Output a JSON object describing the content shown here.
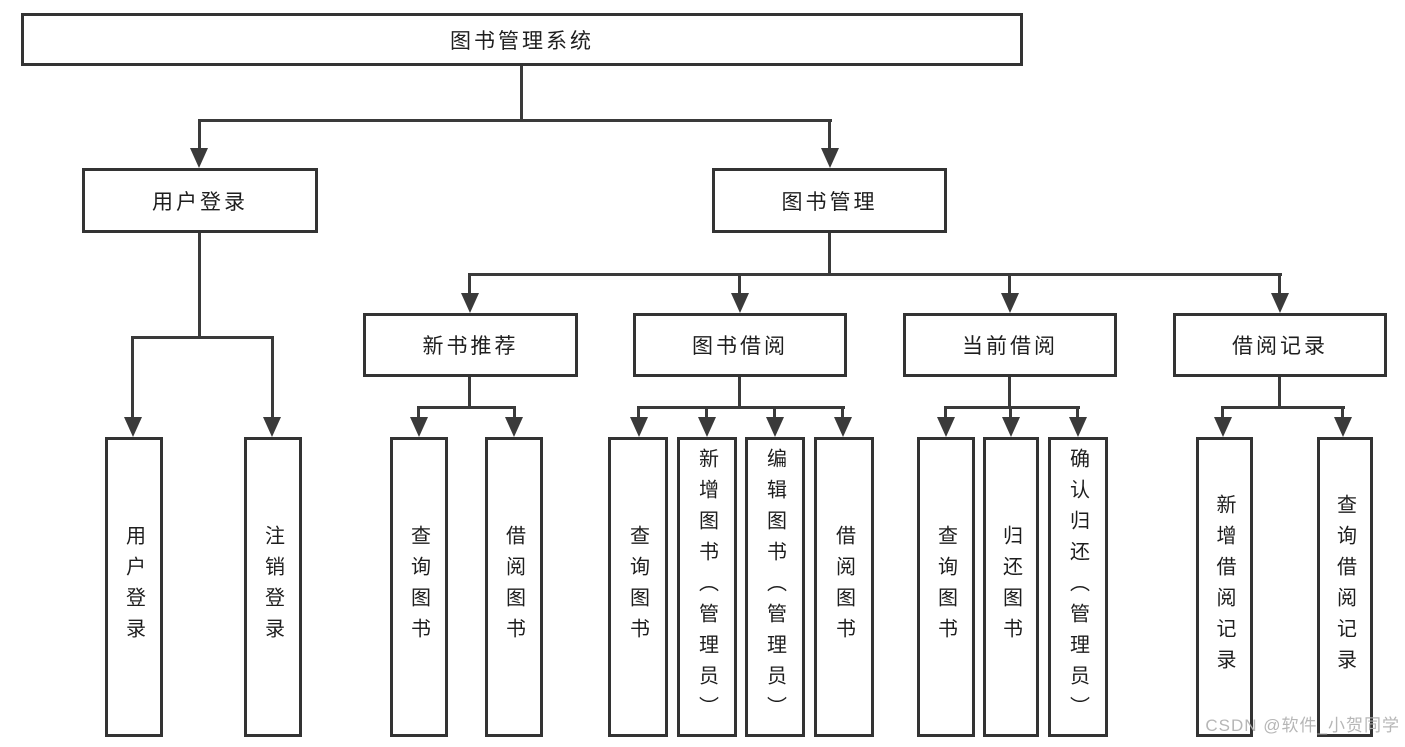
{
  "diagram": {
    "root": "图书管理系统",
    "branches": [
      {
        "label": "用户登录",
        "children": [
          "用户登录",
          "注销登录"
        ]
      },
      {
        "label": "图书管理",
        "sections": [
          {
            "label": "新书推荐",
            "children": [
              "查询图书",
              "借阅图书"
            ]
          },
          {
            "label": "图书借阅",
            "children": [
              "查询图书",
              "新增图书（管理员）",
              "编辑图书（管理员）",
              "借阅图书"
            ]
          },
          {
            "label": "当前借阅",
            "children": [
              "查询图书",
              "归还图书",
              "确认归还（管理员）"
            ]
          },
          {
            "label": "借阅记录",
            "children": [
              "新增借阅记录",
              "查询借阅记录"
            ]
          }
        ]
      }
    ]
  },
  "colors": {
    "line": "#3a3a3a",
    "box_border": "#333333",
    "text": "#1e1e1e",
    "watermark": "#b0b0b0",
    "background": "#ffffff"
  },
  "watermark": "CSDN @软件_小贺同学"
}
